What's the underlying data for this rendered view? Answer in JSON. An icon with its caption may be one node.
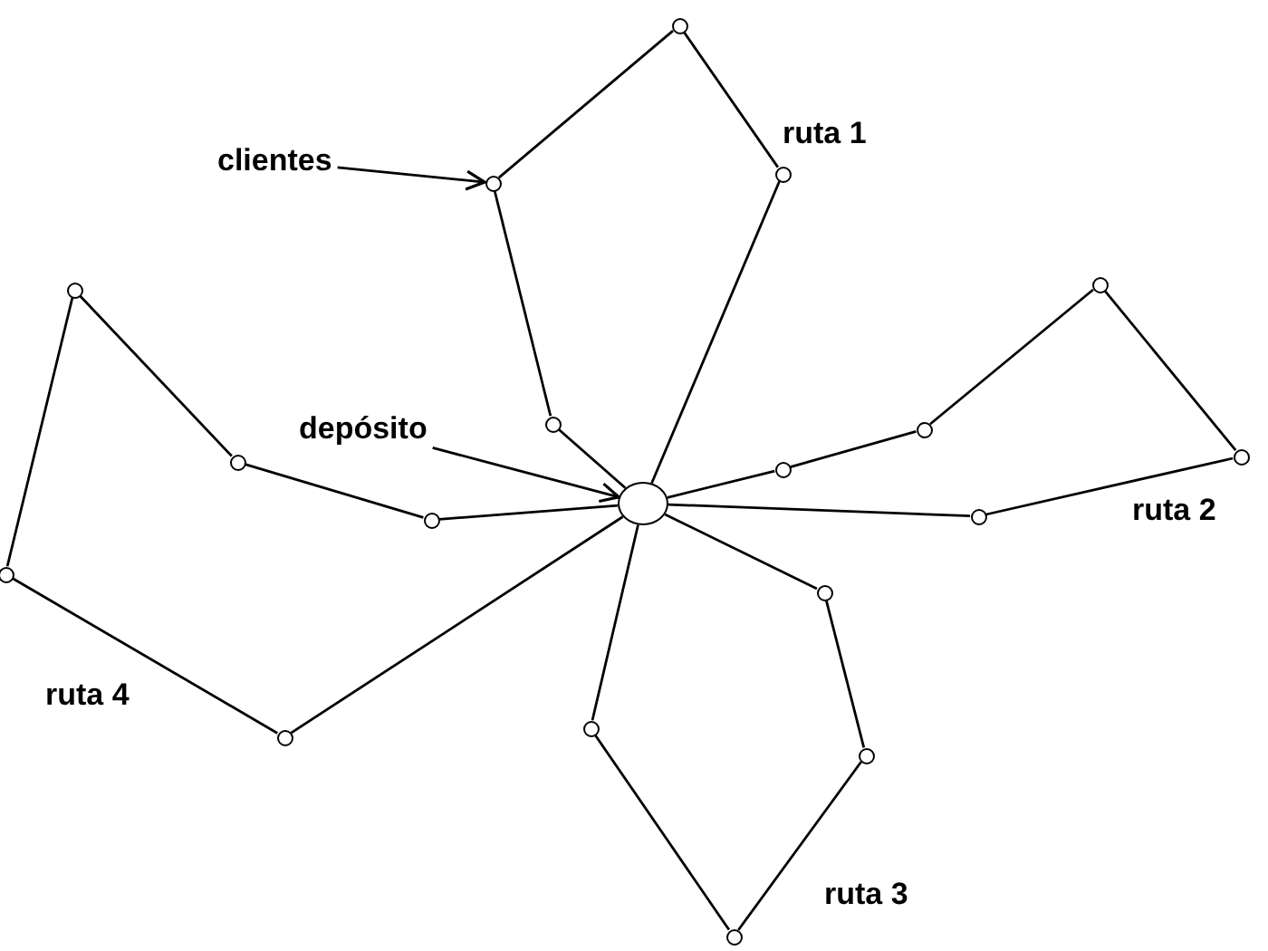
{
  "diagram": {
    "nodes": [
      {
        "text": [
          "clientes"
        ]
      },
      {
        "text": [
          "depósito"
        ]
      },
      {
        "text": [],
        "shape": "circle"
      },
      {
        "text": [],
        "shape": "circle"
      },
      {
        "text": [],
        "shape": "circle"
      },
      {
        "text": [],
        "shape": "circle"
      },
      {
        "text": [],
        "shape": "circle"
      },
      {
        "text": [],
        "shape": "circle"
      },
      {
        "text": [],
        "shape": "circle"
      },
      {
        "text": [],
        "shape": "circle"
      },
      {
        "text": [],
        "shape": "circle"
      },
      {
        "text": [],
        "shape": "circle"
      },
      {
        "text": [],
        "shape": "circle"
      },
      {
        "text": [],
        "shape": "circle"
      },
      {
        "text": [],
        "shape": "circle"
      },
      {
        "text": [],
        "shape": "circle"
      },
      {
        "text": [],
        "shape": "circle"
      },
      {
        "text": [],
        "shape": "circle"
      },
      {
        "text": [],
        "shape": "circle"
      },
      {
        "text": [],
        "shape": "circle"
      },
      {
        "text": [],
        "shape": "circle"
      }
    ],
    "edges": [
      {
        "from": 0,
        "to": 4,
        "arrow": "to"
      },
      {
        "from": 1,
        "to": 2,
        "arrow": "to"
      },
      {
        "from": 2,
        "to": 3,
        "arrow": "none"
      },
      {
        "from": 3,
        "to": 4,
        "arrow": "none"
      },
      {
        "from": 4,
        "to": 5,
        "arrow": "none"
      },
      {
        "from": 5,
        "to": 6,
        "arrow": "none"
      },
      {
        "from": 6,
        "to": 2,
        "arrow": "none"
      },
      {
        "from": 2,
        "to": 7,
        "arrow": "none"
      },
      {
        "from": 7,
        "to": 8,
        "arrow": "none"
      },
      {
        "from": 8,
        "to": 9,
        "arrow": "none"
      },
      {
        "from": 9,
        "to": 10,
        "arrow": "none"
      },
      {
        "from": 10,
        "to": 11,
        "arrow": "none"
      },
      {
        "from": 11,
        "to": 2,
        "arrow": "none"
      },
      {
        "from": 2,
        "to": 12,
        "arrow": "none"
      },
      {
        "from": 12,
        "to": 13,
        "arrow": "none"
      },
      {
        "from": 13,
        "to": 14,
        "arrow": "none"
      },
      {
        "from": 14,
        "to": 15,
        "arrow": "none"
      },
      {
        "from": 15,
        "to": 2,
        "arrow": "none"
      },
      {
        "from": 2,
        "to": 16,
        "arrow": "none"
      },
      {
        "from": 16,
        "to": 17,
        "arrow": "none"
      },
      {
        "from": 17,
        "to": 18,
        "arrow": "none"
      },
      {
        "from": 18,
        "to": 19,
        "arrow": "none"
      },
      {
        "from": 19,
        "to": 20,
        "arrow": "none"
      },
      {
        "from": 20,
        "to": 2,
        "arrow": "none"
      }
    ],
    "labels": [
      "ruta 1",
      "ruta 2",
      "ruta 3",
      "ruta 4"
    ]
  }
}
